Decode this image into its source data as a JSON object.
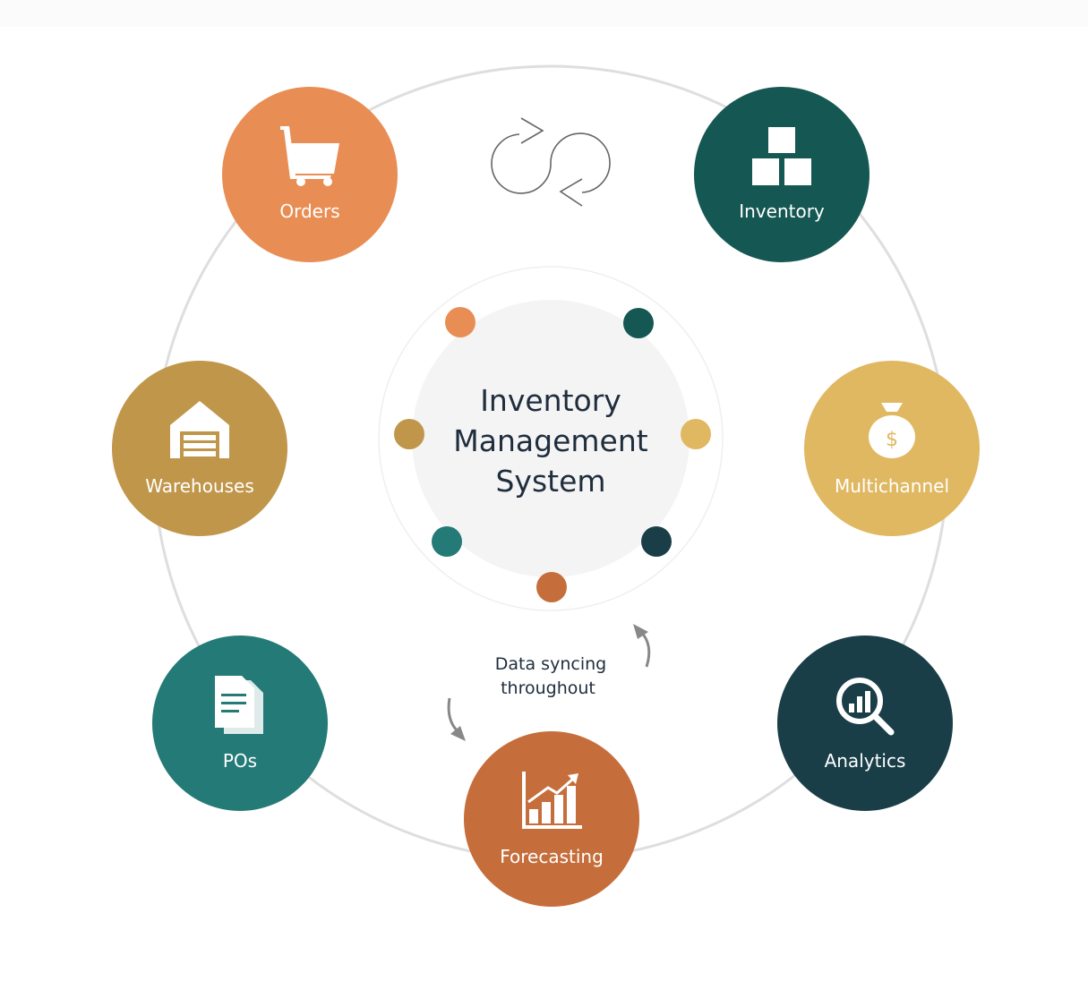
{
  "center": {
    "title_lines": [
      "Inventory",
      "Management",
      "System"
    ],
    "fill": "#f4f4f4"
  },
  "sync_label": {
    "lines": [
      "Data syncing",
      "throughout"
    ]
  },
  "nodes": [
    {
      "label": "Orders",
      "icon": "shopping-cart-icon",
      "color": "#E88E54"
    },
    {
      "label": "Inventory",
      "icon": "boxes-icon",
      "color": "#155752"
    },
    {
      "label": "Warehouses",
      "icon": "warehouse-icon",
      "color": "#C0964A"
    },
    {
      "label": "Multichannel",
      "icon": "money-bag-icon",
      "color": "#E0B862"
    },
    {
      "label": "POs",
      "icon": "documents-icon",
      "color": "#237A76"
    },
    {
      "label": "Analytics",
      "icon": "analytics-magnifier-icon",
      "color": "#1A3E48"
    },
    {
      "label": "Forecasting",
      "icon": "growth-chart-icon",
      "color": "#C56E3C"
    }
  ],
  "dot_colors": [
    "#E88E54",
    "#155752",
    "#C0964A",
    "#E0B862",
    "#237A76",
    "#1A3E48",
    "#C56E3C"
  ]
}
